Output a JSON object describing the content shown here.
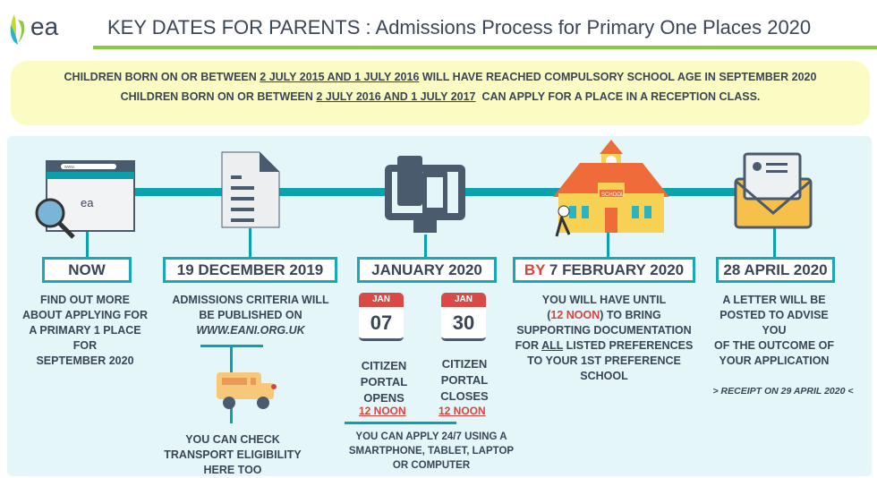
{
  "header": {
    "logo_text": "ea",
    "title": "KEY DATES FOR PARENTS : Admissions Process for Primary One Places 2020"
  },
  "banner": {
    "line1_pre": "CHILDREN BORN ON OR BETWEEN ",
    "line1_dates": "2 JULY 2015 AND 1 JULY 2016",
    "line1_post": " WILL HAVE REACHED COMPULSORY SCHOOL AGE IN SEPTEMBER 2020",
    "line2_pre": "CHILDREN BORN ON OR BETWEEN ",
    "line2_dates": "2 JULY 2016 AND 1 JULY 2017",
    "line2_post": "  CAN APPLY FOR A PLACE IN A RECEPTION CLASS."
  },
  "timeline": {
    "colors": {
      "accent": "#08a3ae",
      "highlight": "#d9443f",
      "banner": "#fbfcc4",
      "rule": "#8dc63f"
    },
    "now": {
      "label": "NOW",
      "text": [
        "FIND OUT MORE",
        "ABOUT APPLYING FOR",
        "A PRIMARY 1 PLACE FOR",
        "SEPTEMBER 2020"
      ],
      "icon": "browser-search-icon",
      "browser_url": "www.",
      "browser_logo": "ea"
    },
    "december": {
      "label": "19 DECEMBER 2019",
      "text": [
        "ADMISSIONS CRITERIA WILL",
        "BE PUBLISHED ON"
      ],
      "link": "WWW.EANI.ORG.UK",
      "icon": "document-icon",
      "transport_icon": "school-bus-icon",
      "transport_text": [
        "YOU CAN CHECK",
        "TRANSPORT ELIGIBILITY",
        "HERE TOO"
      ]
    },
    "january": {
      "label": "JANUARY 2020",
      "icon": "devices-icon",
      "open": {
        "month": "JAN",
        "day": "07",
        "text": [
          "CITIZEN",
          "PORTAL",
          "OPENS"
        ],
        "time": "12 NOON"
      },
      "close": {
        "month": "JAN",
        "day": "30",
        "text": [
          "CITIZEN",
          "PORTAL",
          "CLOSES"
        ],
        "time": "12 NOON"
      },
      "note": [
        "YOU CAN APPLY 24/7 USING A",
        "SMARTPHONE, TABLET, LAPTOP",
        "OR COMPUTER"
      ]
    },
    "february": {
      "label_prefix": "BY",
      "label": " 7 FEBRUARY 2020",
      "icon": "school-icon",
      "school_sign": "SCHOOL",
      "line1": "YOU WILL HAVE UNTIL",
      "line2_open": "(",
      "line2_red": "12 NOON",
      "line2_rest": ") TO BRING",
      "line3": "SUPPORTING DOCUMENTATION",
      "line4_pre": "FOR ",
      "line4_u": "ALL",
      "line4_post": " LISTED PREFERENCES",
      "line5": "TO YOUR 1ST PREFERENCE",
      "line6": "SCHOOL"
    },
    "april": {
      "label": "28 APRIL 2020",
      "icon": "envelope-letter-icon",
      "text": [
        "A LETTER WILL BE",
        "POSTED TO ADVISE YOU",
        "OF THE OUTCOME OF",
        "YOUR APPLICATION"
      ],
      "receipt": "> RECEIPT ON 29 APRIL 2020 <"
    }
  }
}
